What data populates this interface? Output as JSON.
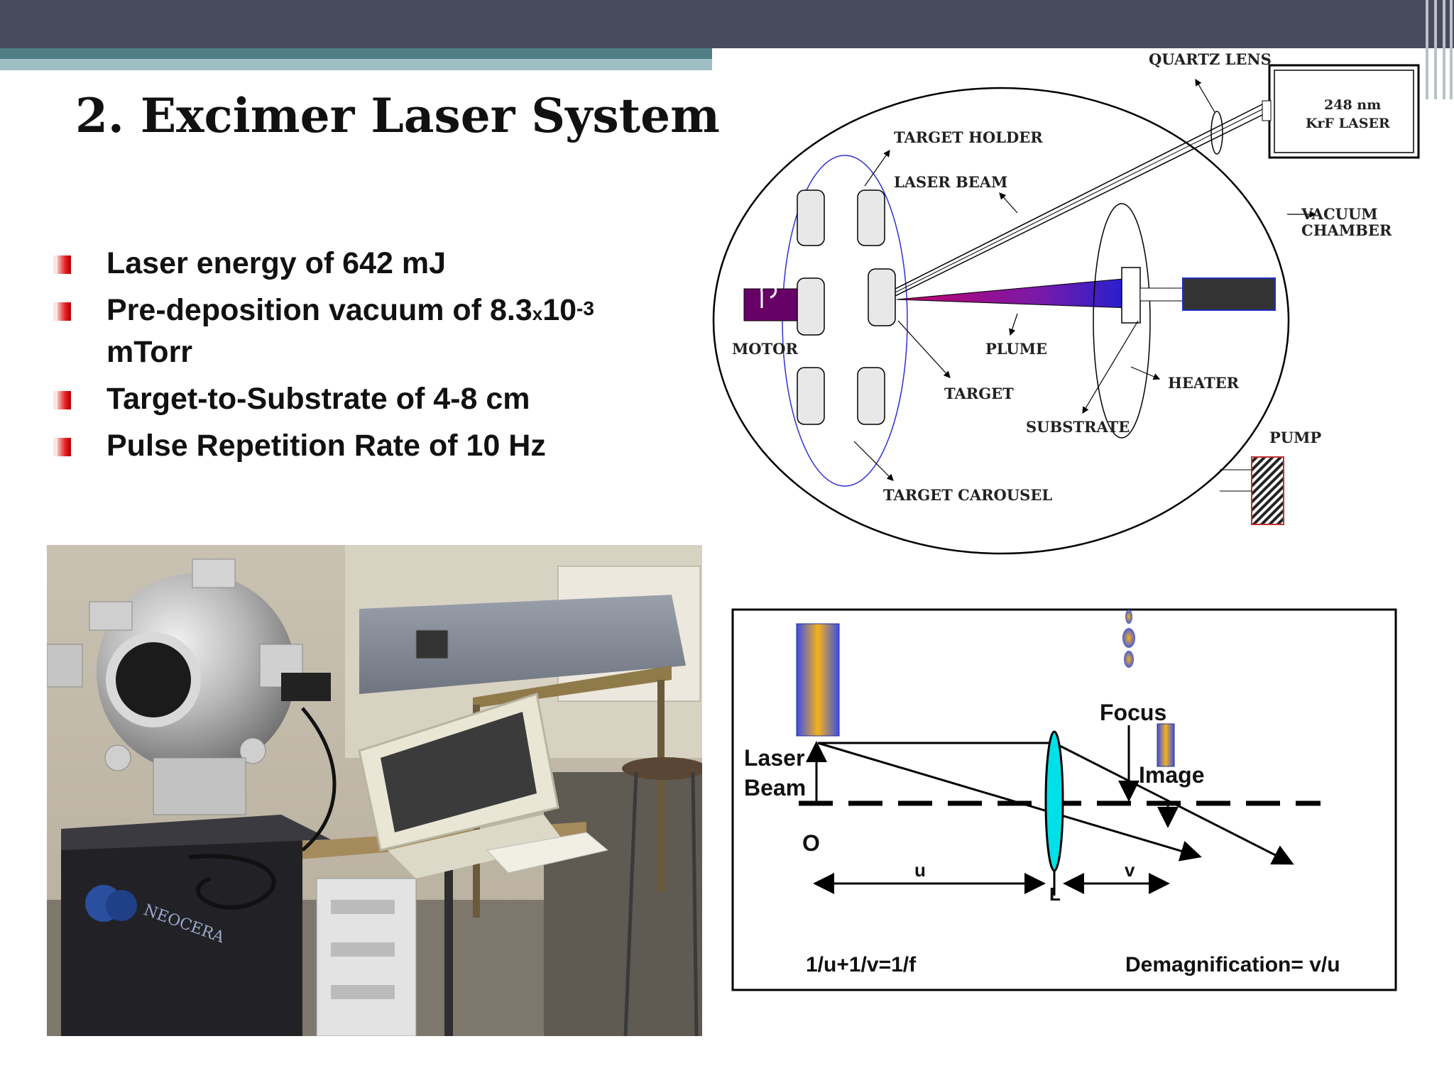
{
  "slide": {
    "title": "2. Excimer Laser System",
    "bullets": [
      "Laser energy of 642 mJ",
      {
        "pre": "Pre-deposition vacuum of 8.3",
        "times": "x",
        "base": "10",
        "exp": "-3",
        "post": "mTorr"
      },
      "Target-to-Substrate of 4-8 cm",
      "Pulse Repetition Rate of 10 Hz"
    ],
    "photo_logo": "NEOCERA"
  },
  "chamber_diagram": {
    "labels": {
      "quartz_lens": "QUARTZ LENS",
      "laser_line1": "248 nm",
      "laser_line2": "KrF LASER",
      "target_holder": "TARGET HOLDER",
      "laser_beam": "LASER BEAM",
      "vacuum_line1": "VACUUM",
      "vacuum_line2": "CHAMBER",
      "motor": "MOTOR",
      "plume": "PLUME",
      "target": "TARGET",
      "heater": "HEATER",
      "substrate": "SUBSTRATE",
      "pump": "PUMP",
      "target_carousel": "TARGET CAROUSEL"
    }
  },
  "optics_diagram": {
    "labels": {
      "focus": "Focus",
      "laser_line1": "Laser",
      "laser_line2": "Beam",
      "image": "Image",
      "object": "O",
      "u": "u",
      "v": "v",
      "lens": "L",
      "lens_equation": "1/u+1/v=1/f",
      "demag": "Demagnification= v/u"
    }
  },
  "colors": {
    "top_bar": "#484a5e",
    "accent_teal": "#4f7f85",
    "accent_light": "#9fbfc4",
    "bullet_red": "#e02020",
    "motor_purple": "#660066",
    "lens_cyan": "#00e0e8"
  }
}
